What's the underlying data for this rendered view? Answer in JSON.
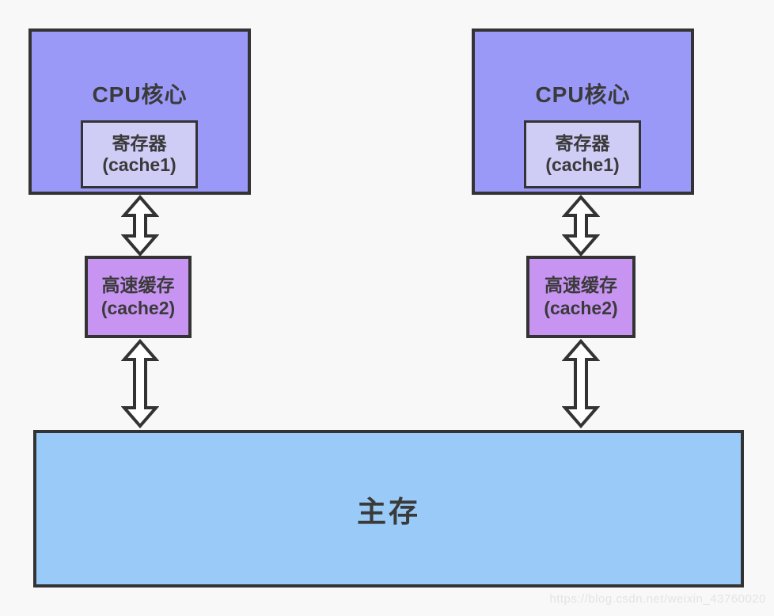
{
  "colors": {
    "background": "#f8f8f8",
    "border": "#333333",
    "text": "#3a3a3a",
    "cpu_fill": "#9b99f7",
    "register_fill": "#cfcdf6",
    "cache_fill": "#c894f2",
    "memory_fill": "#9acbf8",
    "arrow_fill": "#ffffff",
    "watermark_text": "#e4e4e4"
  },
  "cpu_cores": [
    {
      "title": "CPU核心",
      "register_line1": "寄存器",
      "register_line2": "(cache1)",
      "cache_line1": "高速缓存",
      "cache_line2": "(cache2)"
    },
    {
      "title": "CPU核心",
      "register_line1": "寄存器",
      "register_line2": "(cache1)",
      "cache_line1": "高速缓存",
      "cache_line2": "(cache2)"
    }
  ],
  "main_memory": {
    "label": "主存"
  },
  "watermark": "https://blog.csdn.net/weixin_43760020"
}
